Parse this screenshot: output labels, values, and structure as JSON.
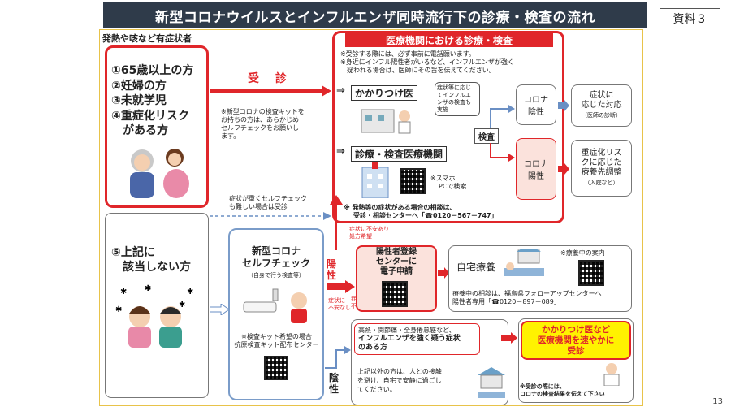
{
  "header": {
    "title": "新型コロナウイルスとインフルエンザ同時流行下の診療・検査の流れ",
    "doc_label": "資料３",
    "page_number": "13"
  },
  "left": {
    "title": "発熱や咳など有症状者",
    "high_risk": [
      "①65歳以上の方",
      "②妊婦の方",
      "③未就学児",
      "④重症化リスク",
      "　がある方"
    ],
    "other": [
      "⑤上記に",
      "　該当しない方"
    ]
  },
  "middle": {
    "consult_label": "受　診",
    "kit_note": [
      "※新型コロナの検査キットを",
      "お持ちの方は、あらかじめ",
      "セルフチェックをお願いし",
      "ます。"
    ],
    "mild_note": [
      "症状が重くセルフチェック",
      "も難しい場合は受診"
    ],
    "selfcheck_title": [
      "新型コロナ",
      "セルフチェック"
    ],
    "selfcheck_sub": "（自身で行う検査等）",
    "kit_dist": [
      "※検査キット希望の場合",
      "抗原検査キット配布センター"
    ],
    "positive": "陽性",
    "negative": "陰性",
    "unease": [
      "症状に不安あり",
      "処方希望"
    ],
    "unease2": [
      "症状に",
      "不安あり"
    ],
    "unease3": [
      "症状に",
      "不安なし"
    ]
  },
  "clinic": {
    "banner": "医療機関における診療・検査",
    "notes": [
      "※受診する際には、必ず事前に電話願います。",
      "※身近にインフル陽性者がいるなど、インフルエンザが強く",
      "　疑われる場合は、医師にその旨を伝えてください。"
    ],
    "kakaritsuke": "かかりつけ医",
    "shinryo": "診療・検査医療機関",
    "flu_kit": [
      "症状等に応じ",
      "てインフルエ",
      "ンザの検査も",
      "実施"
    ],
    "kensa": "検査",
    "negative_box": [
      "コロナ",
      "陰性"
    ],
    "positive_box": [
      "コロナ",
      "陽性"
    ],
    "sumaho": [
      "※スマホ",
      "PCで検索"
    ],
    "consult": [
      "※ 発熱等の症状がある場合の相談は、",
      "受診・相談センターへ「☎0120－567－747」"
    ],
    "result_neg": [
      "症状に",
      "応じた対応"
    ],
    "result_neg_sub": "（医師の診断）",
    "result_pos": [
      "重症化リス",
      "クに応じた",
      "療養先調整"
    ],
    "result_pos_sub": "（入院など）"
  },
  "registration": {
    "box": [
      "陽性者登録",
      "センターに",
      "電子申請"
    ],
    "home": "自宅療養",
    "home_info": "※療養中の案内",
    "followup": [
      "療養中の相談は、福島県フォローアップセンターへ",
      "陽性者専用「☎0120－897－089」"
    ]
  },
  "negative_path": {
    "flu_text": [
      "高熱・関節痛・全身倦怠感など、",
      "インフルエンザを強く疑う症状",
      "のある方"
    ],
    "rest": [
      "上記以外の方は、人との接触",
      "を避け、自宅で安静に過ごし",
      "てください。"
    ],
    "urgent": [
      "かかりつけ医など",
      "医療機関を速やかに",
      "受診"
    ],
    "urgent_note": [
      "※受診の際には、",
      "コロナの検査結果を伝えて下さい"
    ]
  }
}
